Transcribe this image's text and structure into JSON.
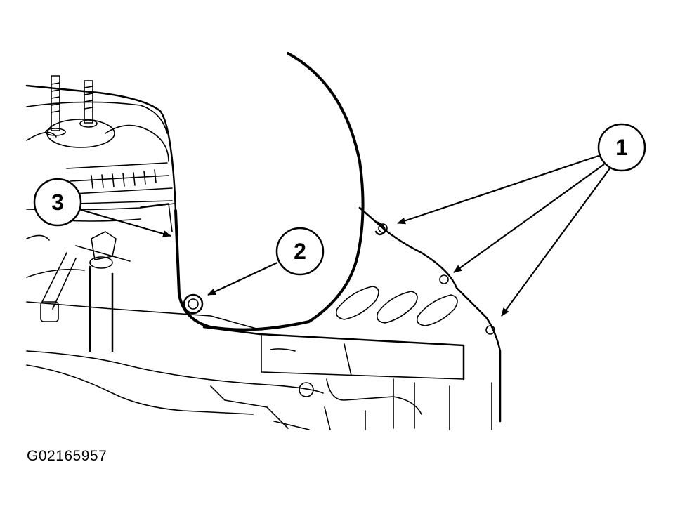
{
  "callouts": [
    {
      "id": "1",
      "label": "1"
    },
    {
      "id": "2",
      "label": "2"
    },
    {
      "id": "3",
      "label": "3"
    }
  ],
  "figure_id": "G02165957",
  "colors": {
    "line": "#000000",
    "background": "#ffffff"
  }
}
